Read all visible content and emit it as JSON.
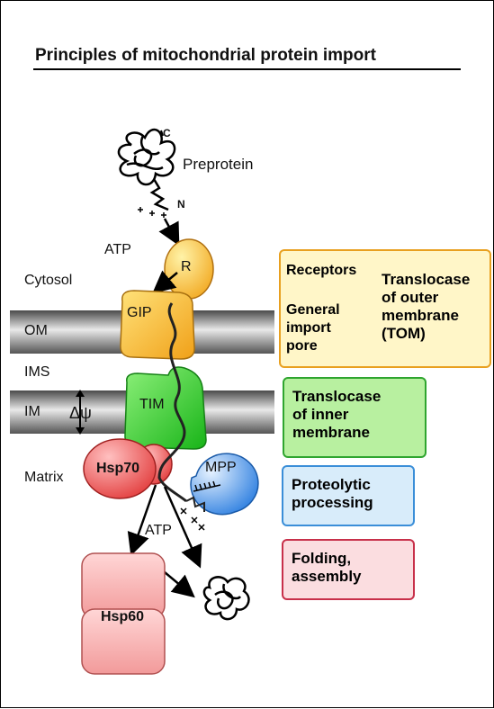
{
  "title": "Principles of mitochondrial protein import",
  "compartments": {
    "cytosol": "Cytosol",
    "om": "OM",
    "ims": "IMS",
    "im": "IM",
    "delta_psi": "Δψ",
    "matrix": "Matrix"
  },
  "molecules": {
    "preprotein": "Preprotein",
    "c_terminus": "C",
    "n_terminus": "N",
    "atp_top": "ATP",
    "receptor": "R",
    "gip": "GIP",
    "tim": "TIM",
    "hsp70": "Hsp70",
    "mpp": "MPP",
    "atp_bottom": "ATP",
    "hsp60": "Hsp60"
  },
  "legend": {
    "tom": {
      "receptors": "Receptors",
      "general_pore": [
        "General",
        "import",
        "pore"
      ],
      "name": [
        "Translocase",
        "of outer",
        "membrane",
        "(TOM)"
      ]
    },
    "tim": [
      "Translocase",
      "of inner",
      "membrane"
    ],
    "proteolytic": [
      "Proteolytic",
      "processing"
    ],
    "folding": [
      "Folding,",
      "assembly"
    ]
  },
  "colors": {
    "tom_box": "#fff6c8",
    "tom_border": "#e8a020",
    "tim_box": "#b8f0a0",
    "tim_border": "#2fa52f",
    "proteolytic_box": "#d8ecfa",
    "proteolytic_border": "#3a8ed8",
    "folding_box": "#fbdde0",
    "folding_border": "#c8304a"
  }
}
